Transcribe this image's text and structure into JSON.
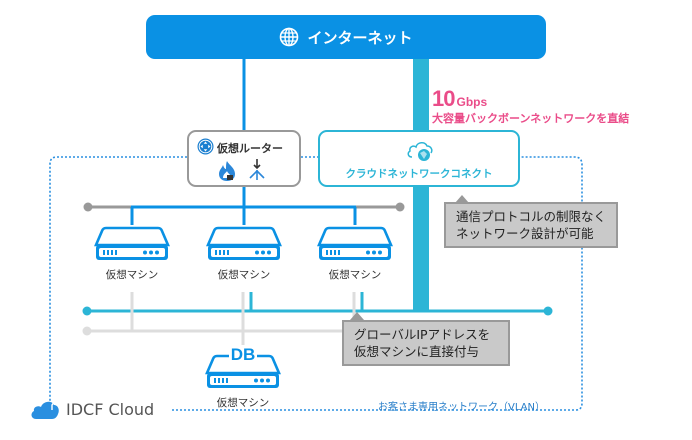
{
  "internet": {
    "label": "インターネット",
    "icon": "globe-icon"
  },
  "backbone": {
    "speed_value": "10",
    "speed_unit": "Gbps",
    "description": "大容量バックボーンネットワークを直結",
    "accent_color": "#ea4c89"
  },
  "router": {
    "title": "仮想ルーター",
    "icons": [
      "router-icon",
      "firewall-icon",
      "load-balancer-icon"
    ]
  },
  "cloud_connect": {
    "label": "クラウドネットワークコネクト",
    "icon": "cloud-globe-icon"
  },
  "notes": {
    "protocol": [
      "通信プロトコルの制限なく",
      "ネットワーク設計が可能"
    ],
    "global_ip": [
      "グローバルIPアドレスを",
      "仮想マシンに直接付与"
    ]
  },
  "virtual_machines": [
    {
      "label": "仮想マシン"
    },
    {
      "label": "仮想マシン"
    },
    {
      "label": "仮想マシン"
    }
  ],
  "db_machine": {
    "badge": "DB",
    "label": "仮想マシン"
  },
  "vlan": {
    "label": "お客さま専用ネットワーク（VLAN）"
  },
  "logo": {
    "text": "IDCF Cloud"
  },
  "colors": {
    "blue": "#0a91e4",
    "teal": "#2cb5d6",
    "gray": "#999999",
    "light_gray": "#dddddd",
    "note_bg": "#c9c9c9"
  }
}
